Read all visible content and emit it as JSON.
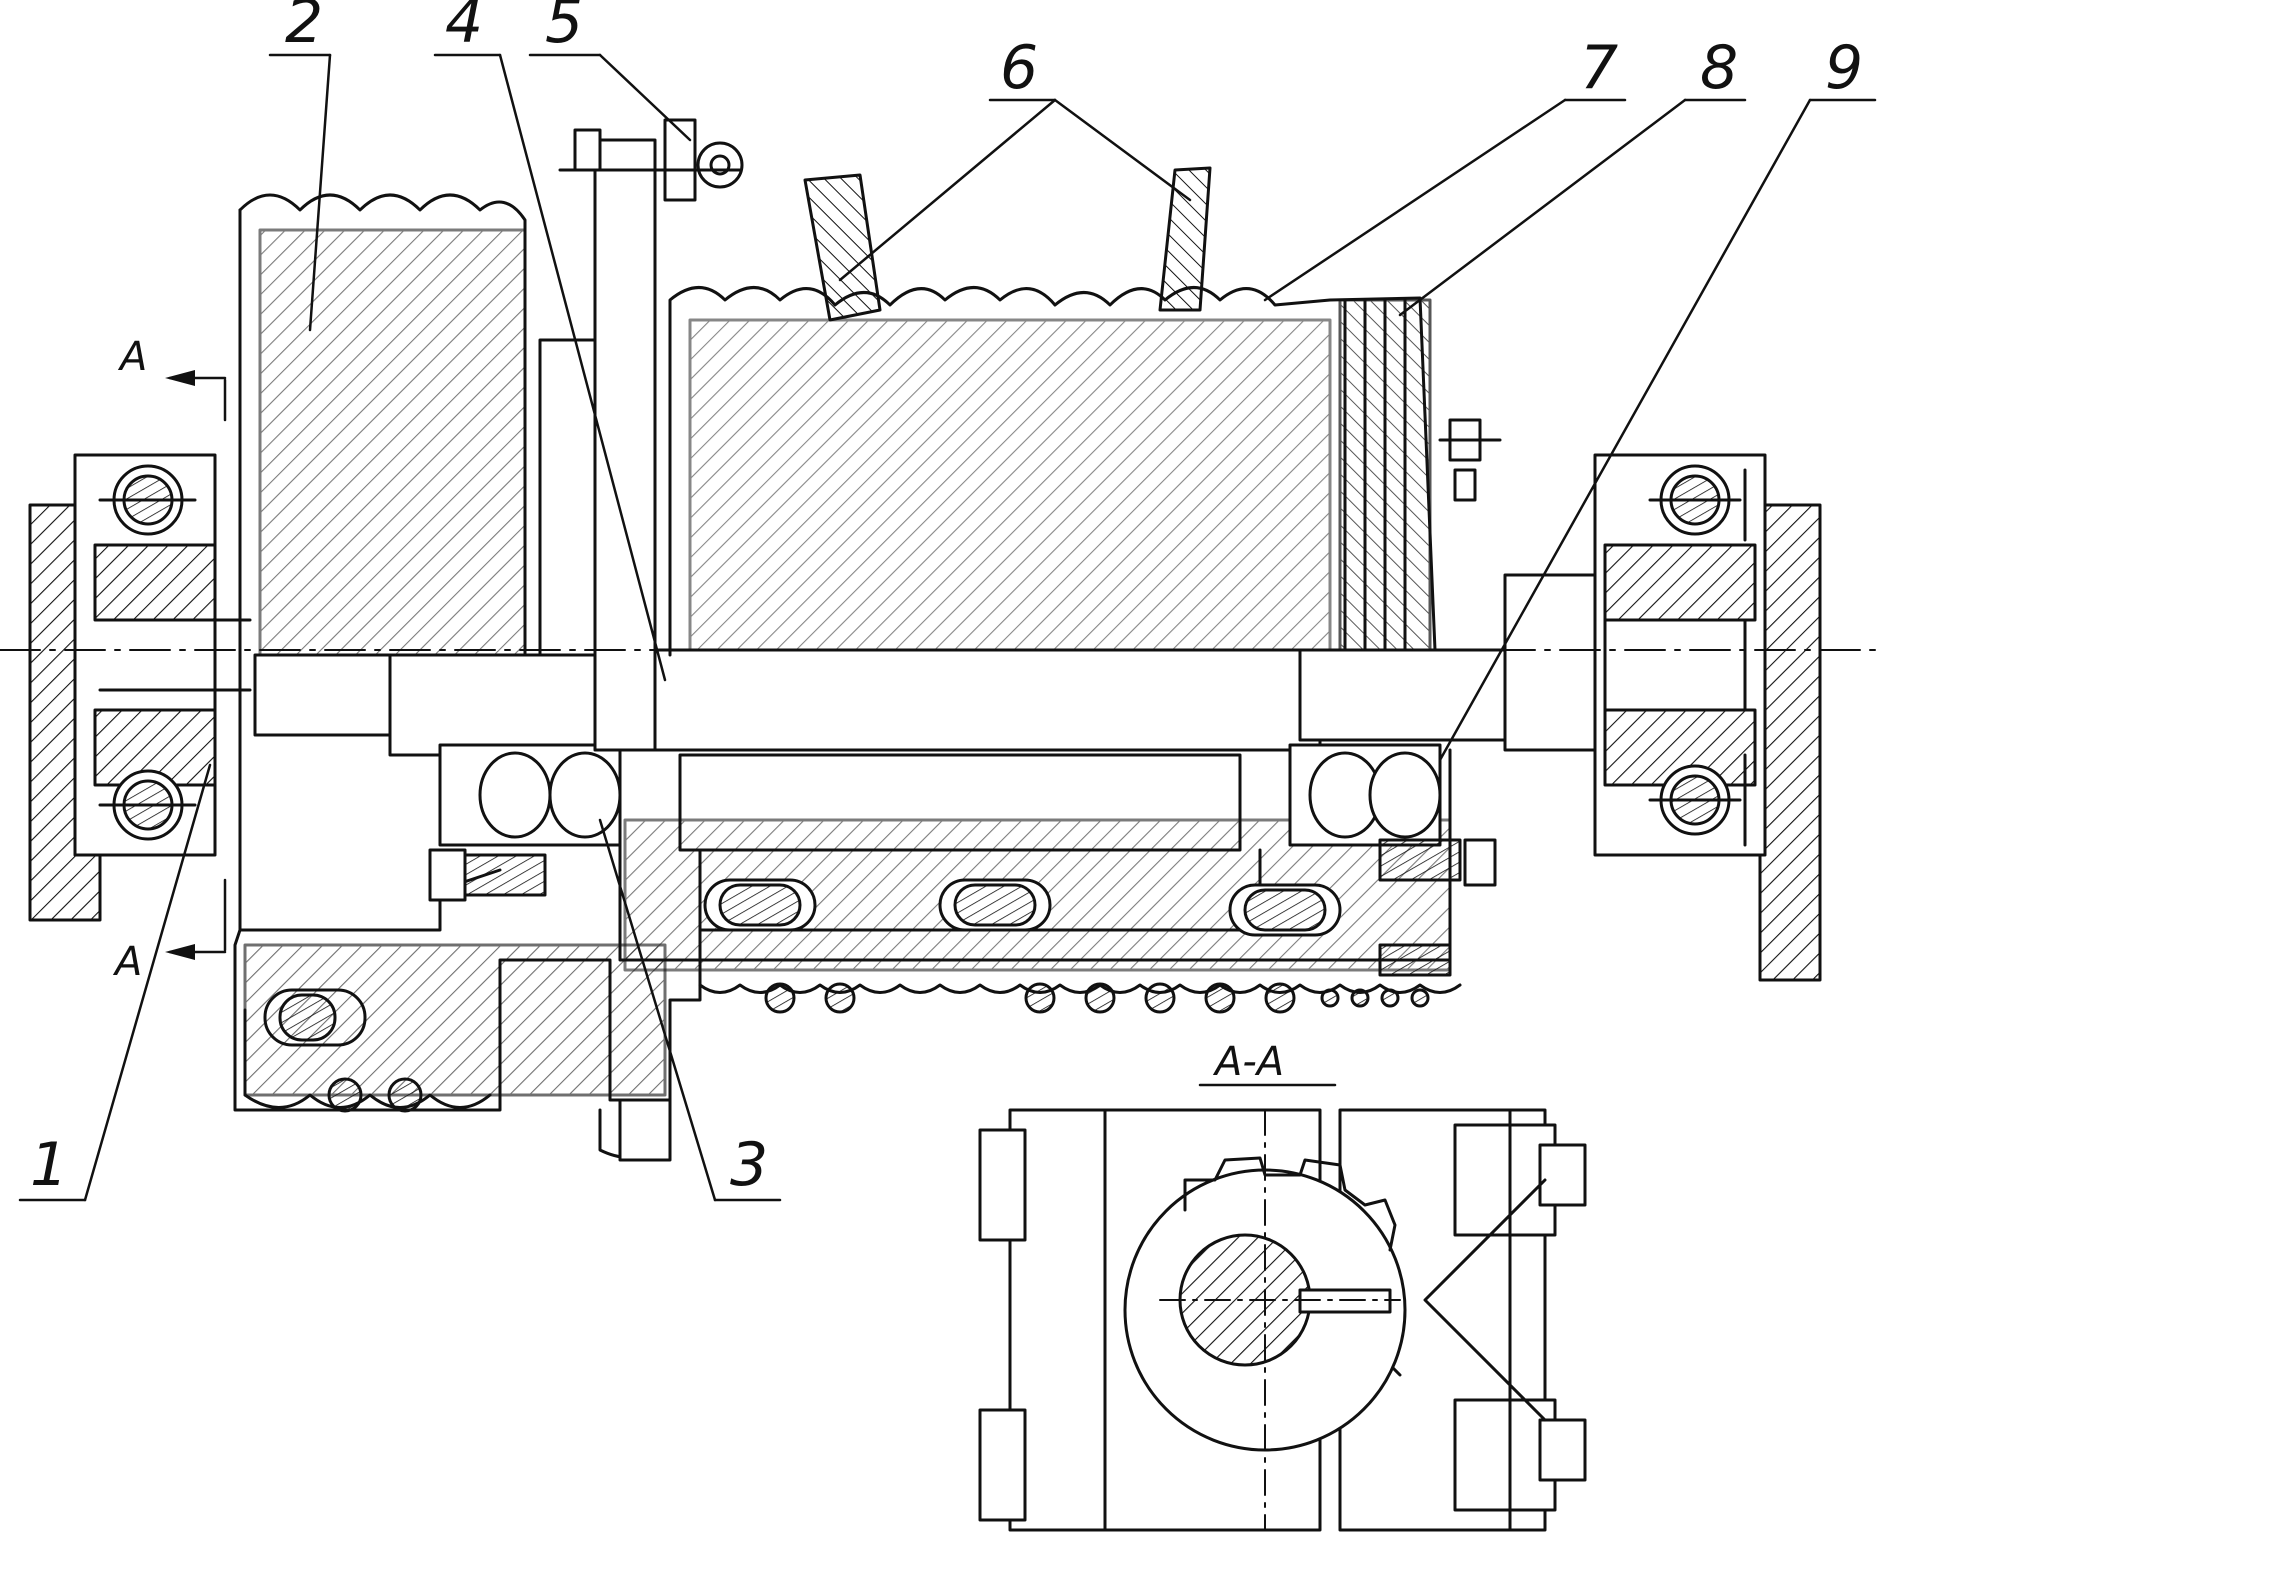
{
  "figure": {
    "part_labels": [
      "1",
      "2",
      "3",
      "4",
      "5",
      "6",
      "7",
      "8",
      "9"
    ],
    "section_marks": {
      "top": "A",
      "bottom": "A"
    },
    "section_title": "A-A"
  },
  "colors": {
    "ink": "#111111",
    "paper": "#ffffff"
  }
}
